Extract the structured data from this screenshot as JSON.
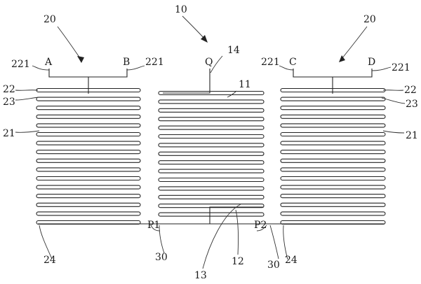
{
  "diagram": {
    "terminals": {
      "A": "A",
      "B": "B",
      "C": "C",
      "D": "D",
      "Q": "Q",
      "P1": "P1",
      "P2": "P2"
    },
    "refs": {
      "r10": "10",
      "r11": "11",
      "r12": "12",
      "r13": "13",
      "r14": "14",
      "r20_left": "20",
      "r20_right": "20",
      "r21_left": "21",
      "r21_right": "21",
      "r22_left": "22",
      "r22_right": "22",
      "r23_left": "23",
      "r23_right": "23",
      "r24_left": "24",
      "r24_right": "24",
      "r30_left": "30",
      "r30_right": "30",
      "r221_a": "221",
      "r221_b": "221",
      "r221_c": "221",
      "r221_d": "221"
    }
  }
}
